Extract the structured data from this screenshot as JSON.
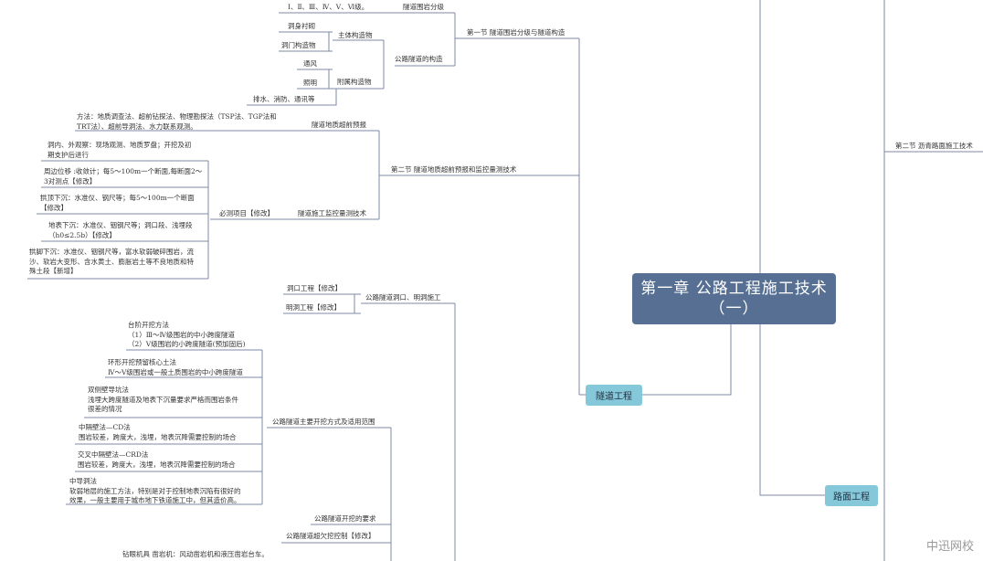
{
  "root": "第一章 公路工程施工技术\n（一）",
  "main_nodes": {
    "tunnel": "隧道工程",
    "pavement": "路面工程"
  },
  "sections": {
    "s1": "第一节 隧道围岩分级与隧道构造",
    "s2": "第二节 隧道地质超前预报和监控量测技术",
    "asphalt": "第二节 沥青路面施工技术"
  },
  "s1_items": {
    "grading": "隧道围岩分级",
    "grading_detail": "Ⅰ、Ⅱ、Ⅲ、Ⅳ、Ⅴ、Ⅵ级。",
    "construction": "公路隧道的构造",
    "main_structure": "主体构造物",
    "lining": "洞身衬砌",
    "portal": "洞门构造物",
    "aux_structure": "附属构造物",
    "ventilation": "通风",
    "lighting": "照明",
    "drainage": "排水、消防、通讯等"
  },
  "s2_items": {
    "forecast": "隧道地质超前预报",
    "forecast_method": "方法：地质调查法、超前钻探法、物理勘探法（TSP法、TGP法和\nTRT法）、超前导洞法、水力联系观测。",
    "monitoring": "隧道施工监控量测技术",
    "required": "必测项目【修改】",
    "req_1": "洞内、外观察：现场观测、地质罗盘；开挖及初\n期支护后进行",
    "req_2": "周边位移 :收敛计；每5～100m一个断面,每断面2～\n3对测点【修改】",
    "req_3": "拱顶下沉：水准仪、钢尺等；每5～100m一个断面\n【修改】",
    "req_4": "地表下沉：水准仪、铟钢尺等；洞口段、浅埋段\n（h0≤2.5b）【修改】",
    "req_5": "拱脚下沉：水准仪、铟钢尺等，富水软弱破碎围岩，流\n沙、软岩大变形、含水黄土、膨胀岩土等不良地质和特\n殊土段【新增】"
  },
  "s3_items": {
    "portal_branch": "公路隧道洞口、明洞施工",
    "portal_work": "洞口工程【修改】",
    "open_cut": "明洞工程【修改】",
    "excavation": "公路隧道主要开挖方式及适用范围",
    "ex_1": "台阶开挖方法\n（1）Ⅲ～Ⅳ级围岩的中小跨度隧道\n（2）Ⅴ级围岩的小跨度隧道(预加固后)",
    "ex_2": "环形开挖预留核心土法\nⅣ～Ⅴ级围岩或一般土质围岩的中小跨度隧道",
    "ex_3": "双侧壁导坑法\n浅埋大跨度隧道及地表下沉量要求严格而围岩条件\n很差的情况",
    "ex_4": "中隔壁法—CD法\n围岩较差，跨度大，浅埋，地表沉降需要控制的场合",
    "ex_5": "交叉中隔壁法—CRD法\n围岩较差，跨度大，浅埋，地表沉降需要控制的场合",
    "ex_6": "中导洞法\n软弱地层的施工方法，特别是对于控制地表沉陷有很好的\n效果，一般主要用于城市地下铁道施工中，但其造价高。",
    "ex_requirement": "公路隧道开挖的要求",
    "overbreak": "公路隧道超欠挖控制【修改】",
    "drilling": "钻眼机具 凿岩机：风动凿岩机和液压凿岩台车。"
  },
  "watermark": "中迅网校",
  "colors": {
    "root_bg": "#566f92",
    "main_bg": "#84c8da",
    "line": "#7f8aa6"
  }
}
